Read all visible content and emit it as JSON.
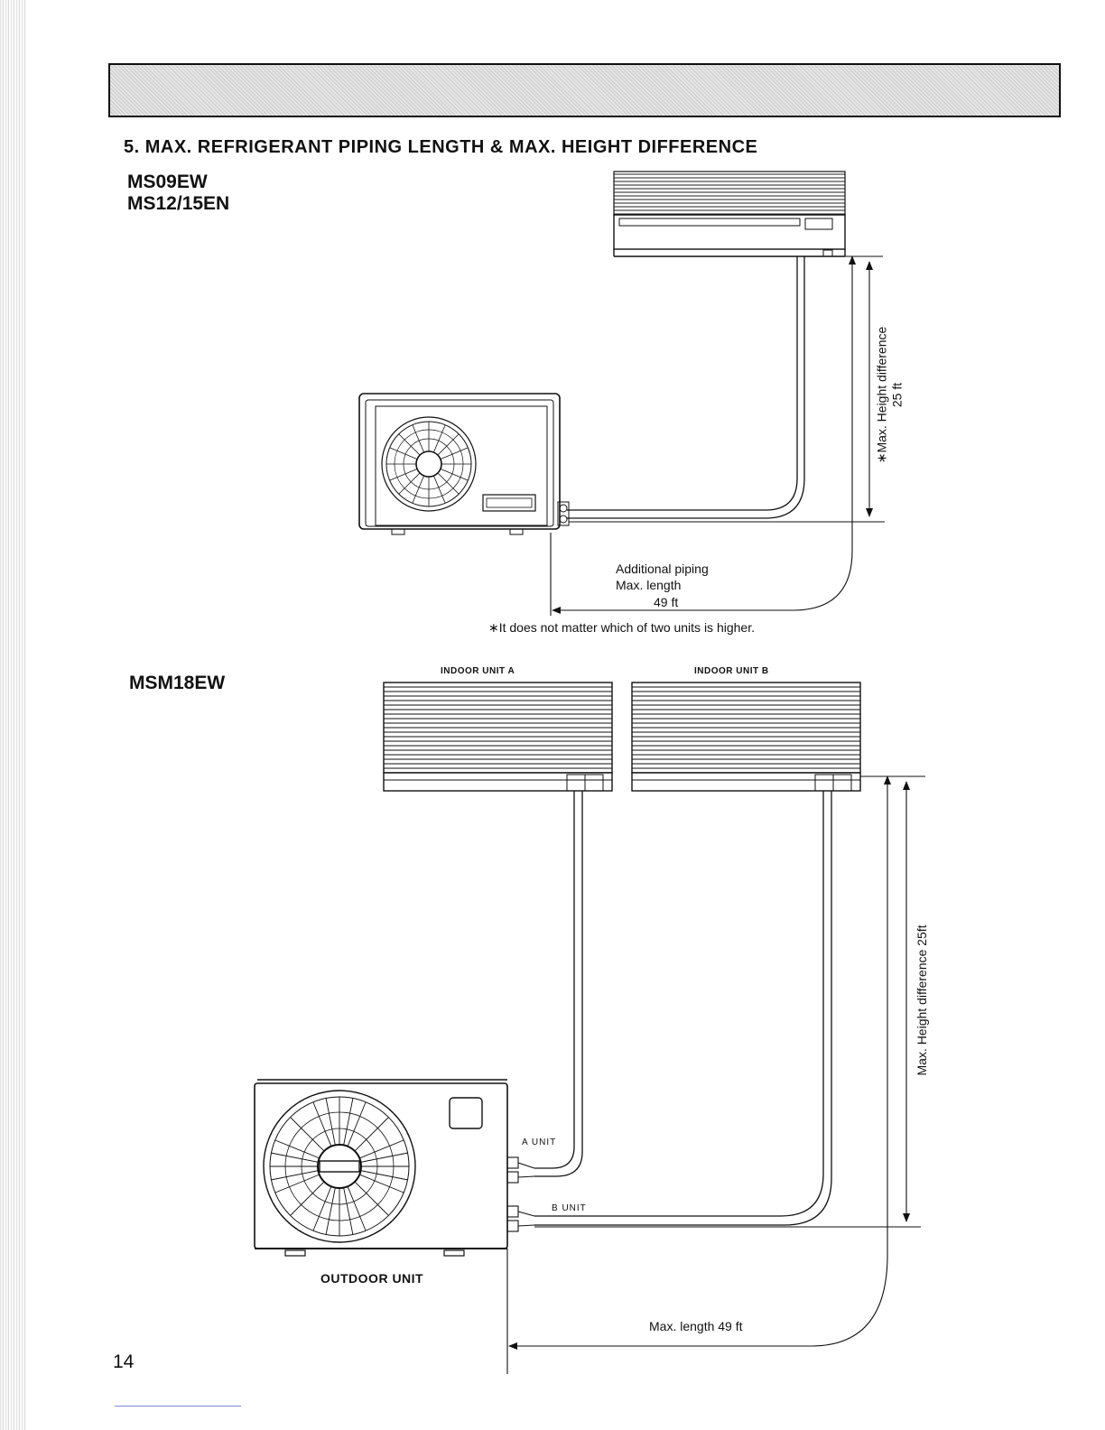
{
  "section_title": "5. MAX. REFRIGERANT PIPING LENGTH & MAX. HEIGHT DIFFERENCE",
  "models": {
    "first": [
      "MS09EW",
      "MS12/15EN"
    ],
    "second": "MSM18EW"
  },
  "diagram1": {
    "height_label": "∗Max. Height difference",
    "height_value": "25 ft",
    "piping_lines": [
      "Additional piping",
      "Max. length",
      "49 ft"
    ],
    "footnote": "∗It does not matter which of two units is higher."
  },
  "diagram2": {
    "indoor_a": "INDOOR UNIT A",
    "indoor_b": "INDOOR UNIT B",
    "a_unit": "A UNIT",
    "b_unit": "B UNIT",
    "outdoor_unit": "OUTDOOR UNIT",
    "height_label": "Max. Height difference 25ft",
    "max_length": "Max. length 49 ft"
  },
  "page_number": "14"
}
